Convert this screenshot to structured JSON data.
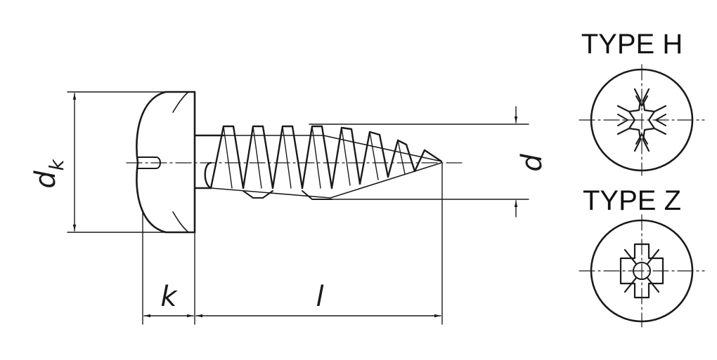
{
  "dimensions": {
    "dk": {
      "base": "d",
      "sub": "k"
    },
    "d": "d",
    "k": "k",
    "l": "l"
  },
  "types": [
    {
      "label": "TYPE H",
      "drive": "phillips-cross-icon"
    },
    {
      "label": "TYPE Z",
      "drive": "pozidriv-cross-icon"
    }
  ],
  "colors": {
    "line": "#1a1a1a",
    "background": "#ffffff"
  }
}
